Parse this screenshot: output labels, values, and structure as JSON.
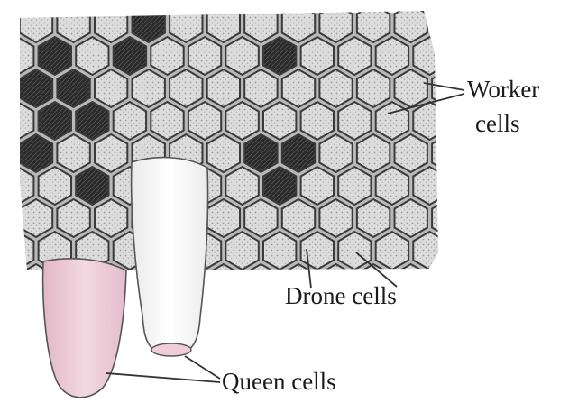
{
  "labels": {
    "worker_line1": "Worker",
    "worker_line2": "cells",
    "drone": "Drone cells",
    "queen": "Queen cells"
  },
  "colors": {
    "comb_wall": "#3a3a3a",
    "cell_light": "#e6e6e6",
    "cell_dark": "#2c2c2c",
    "queen_cell_pink": "#eccad6",
    "queen_cell_white": "#fafafa"
  }
}
